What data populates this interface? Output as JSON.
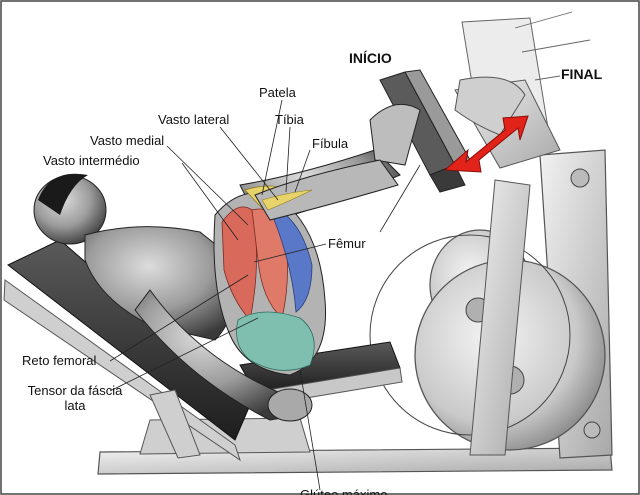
{
  "phases": {
    "start": "INÍCIO",
    "end": "FINAL"
  },
  "labels": {
    "patela": "Patela",
    "vasto_lateral": "Vasto lateral",
    "tibia": "Tíbia",
    "vasto_medial": "Vasto medial",
    "fibula": "Fíbula",
    "vasto_intermedio": "Vasto intermédio",
    "femur": "Fêmur",
    "reto_femoral": "Reto femoral",
    "tensor_line1": "Tensor da fáscia",
    "tensor_line2": "lata",
    "bottom_cut": "Glúteo máximo"
  },
  "colors": {
    "arrow": "#e2231a",
    "muscle_red": "#d9695a",
    "muscle_blue": "#5a78c8",
    "muscle_teal": "#7fbfb0",
    "muscle_yellow": "#e8d36a",
    "machine": "#d8d8d8",
    "body": "#9a9a9a"
  }
}
